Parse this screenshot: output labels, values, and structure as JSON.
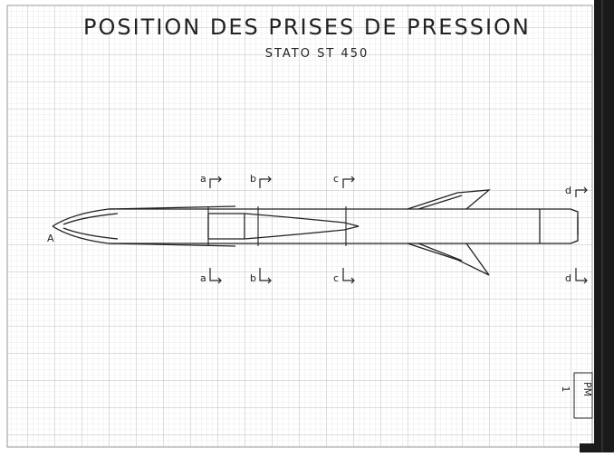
{
  "header": {
    "title": "POSITION DES PRISES DE PRESSION",
    "subtitle": "STATO ST 450"
  },
  "labels": {
    "nose_point": "A",
    "section_top_a": "a",
    "section_top_b": "b",
    "section_top_c": "c",
    "section_top_d": "d",
    "section_bottom_a": "a",
    "section_bottom_b": "b",
    "section_bottom_c": "c",
    "section_bottom_d": "d"
  },
  "stamp": "PM 1",
  "colors": {
    "paper": "#ffffff",
    "grid_minor": "#d9d9d9",
    "grid_major": "#b8b8b8",
    "ink": "#222222",
    "frame": "#111111"
  }
}
